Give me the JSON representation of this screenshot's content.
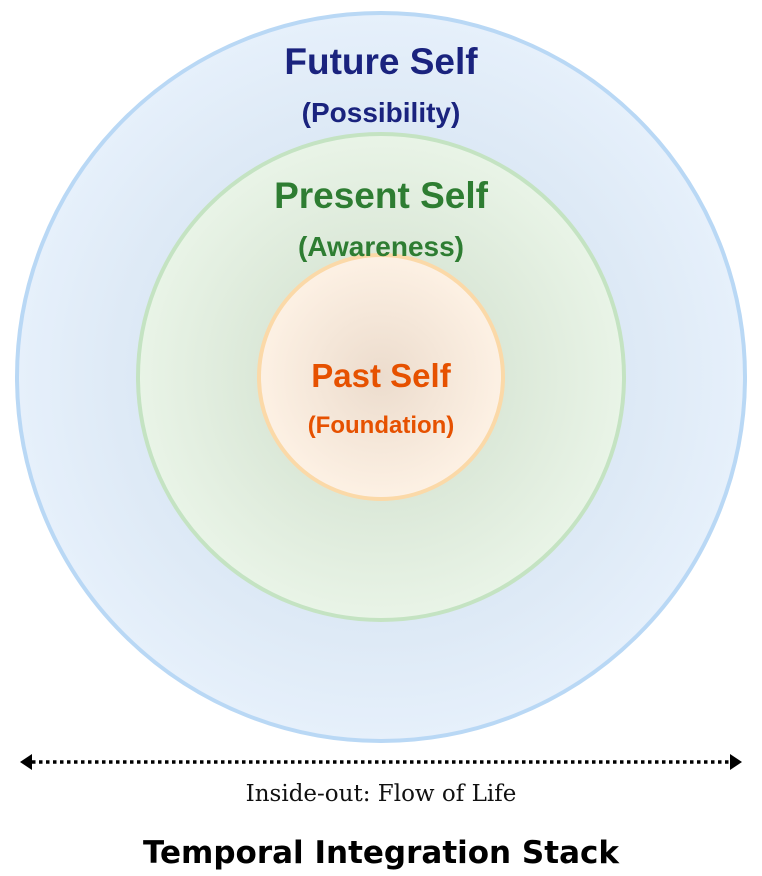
{
  "diagram": {
    "rings": [
      {
        "id": "future",
        "title": "Future Self",
        "subtitle": "(Possibility)",
        "text_color": "#1a237e",
        "fill": "#e3eefa",
        "stroke": "#b9d8f5"
      },
      {
        "id": "present",
        "title": "Present Self",
        "subtitle": "(Awareness)",
        "text_color": "#2e7d32",
        "fill": "#e6f2e4",
        "stroke": "#c4e3c2"
      },
      {
        "id": "past",
        "title": "Past Self",
        "subtitle": "(Foundation)",
        "text_color": "#e65100",
        "fill": "#fdf0e2",
        "stroke": "#fbd9a8"
      }
    ],
    "arrow_caption": "Inside-out: Flow of Life",
    "title": "Temporal Integration Stack"
  }
}
